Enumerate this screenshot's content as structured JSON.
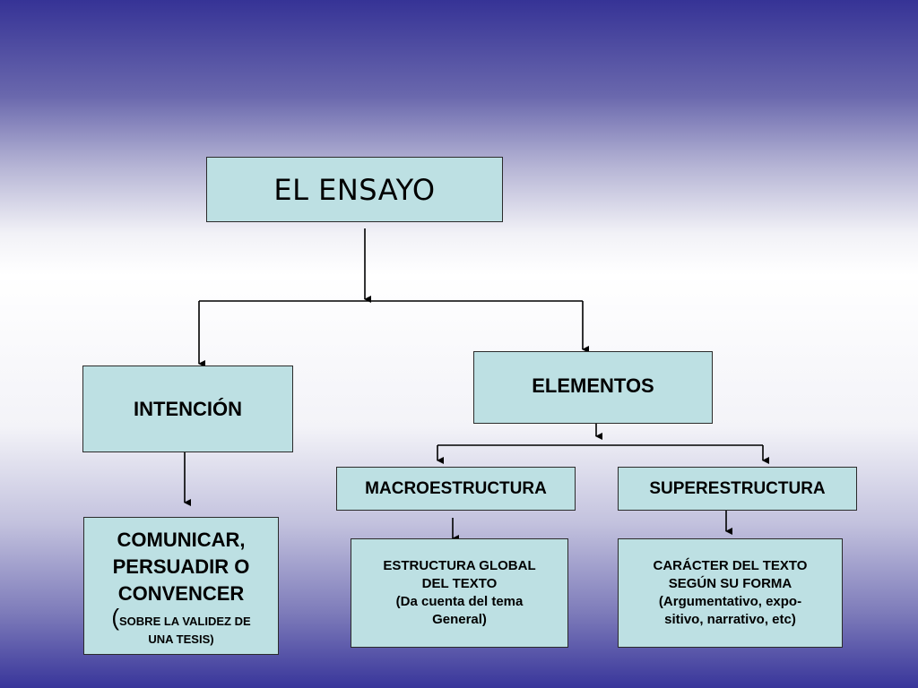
{
  "diagram": {
    "root": {
      "label": "EL ENSAYO"
    },
    "intencion": {
      "label": "INTENCIÓN"
    },
    "elementos": {
      "label": "ELEMENTOS"
    },
    "macroestructura": {
      "label": "MACROESTRUCTURA"
    },
    "superestructura": {
      "label": "SUPERESTRUCTURA"
    },
    "comunicar": {
      "line1": "COMUNICAR,",
      "line2": "PERSUADIR O",
      "line3": "CONVENCER",
      "paren": "(",
      "note_line1": "SOBRE LA VALIDEZ DE",
      "note_line2": "UNA TESIS)"
    },
    "estructura_global": {
      "line1": "ESTRUCTURA GLOBAL",
      "line2": "DEL TEXTO",
      "line3": "(Da cuenta del tema",
      "line4": "General)"
    },
    "caracter": {
      "line1": "CARÁCTER DEL TEXTO",
      "line2": "SEGÚN SU FORMA",
      "line3": "(Argumentativo, expo-",
      "line4": "sitivo, narrativo, etc)"
    }
  }
}
